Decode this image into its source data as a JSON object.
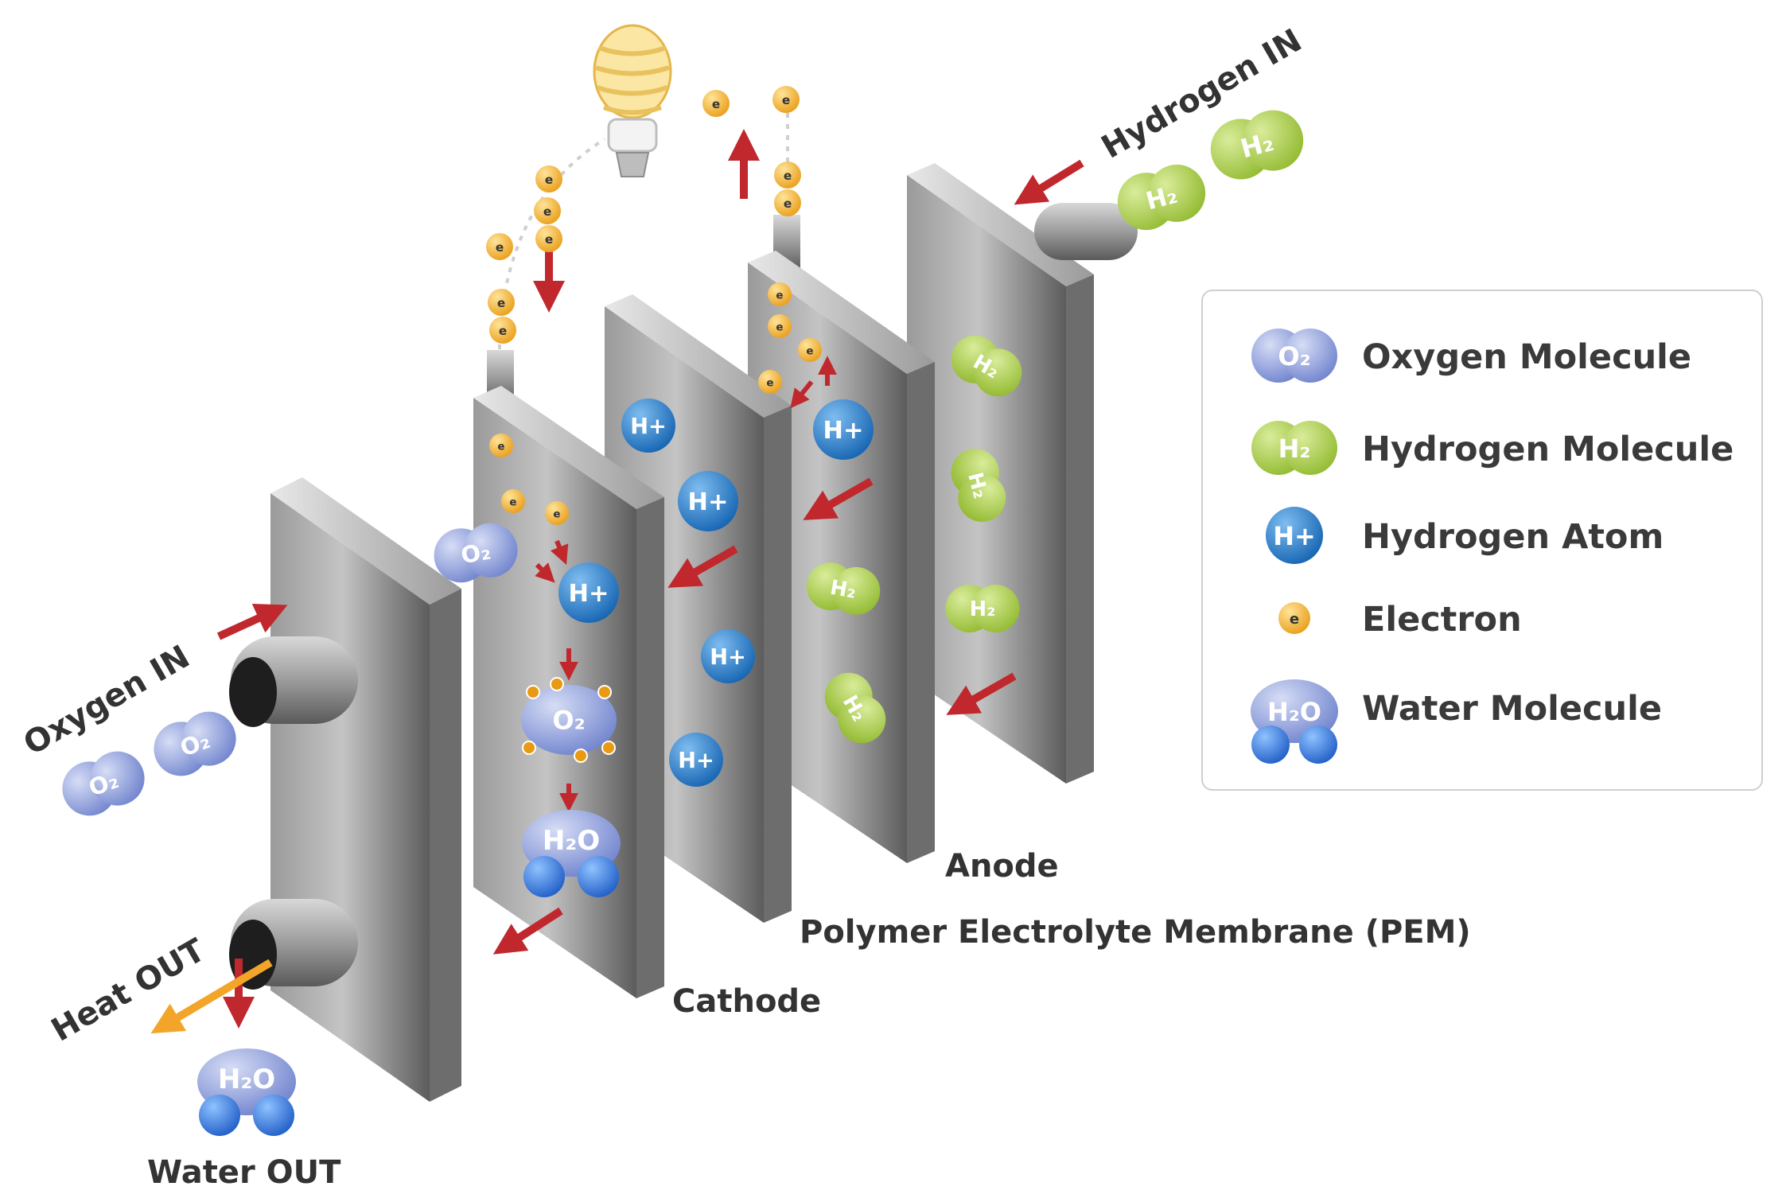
{
  "labels": {
    "hydrogen_in": "Hydrogen IN",
    "oxygen_in": "Oxygen IN",
    "heat_out": "Heat OUT",
    "water_out": "Water OUT",
    "anode": "Anode",
    "pem": "Polymer Electrolyte Membrane (PEM)",
    "cathode": "Cathode"
  },
  "legend": [
    {
      "icon": "oxygen-molecule-icon",
      "label": "Oxygen Molecule"
    },
    {
      "icon": "hydrogen-molecule-icon",
      "label": "Hydrogen Molecule"
    },
    {
      "icon": "hydrogen-atom-icon",
      "label": "Hydrogen Atom"
    },
    {
      "icon": "electron-icon",
      "label": "Electron"
    },
    {
      "icon": "water-molecule-icon",
      "label": "Water Molecule"
    }
  ],
  "symbols": {
    "o2": "O₂",
    "h2": "H₂",
    "h_plus": "H+",
    "h2o": "H₂O",
    "electron": "e"
  },
  "colors": {
    "oxygen": "#7b8fd6",
    "hydrogen": "#9cc23a",
    "proton": "#1f78c8",
    "electron": "#f2b632",
    "water": "#2a6fd0",
    "arrow": "#c0282d",
    "heat_arrow": "#f3a52a",
    "plate": "#8a8a8a"
  }
}
